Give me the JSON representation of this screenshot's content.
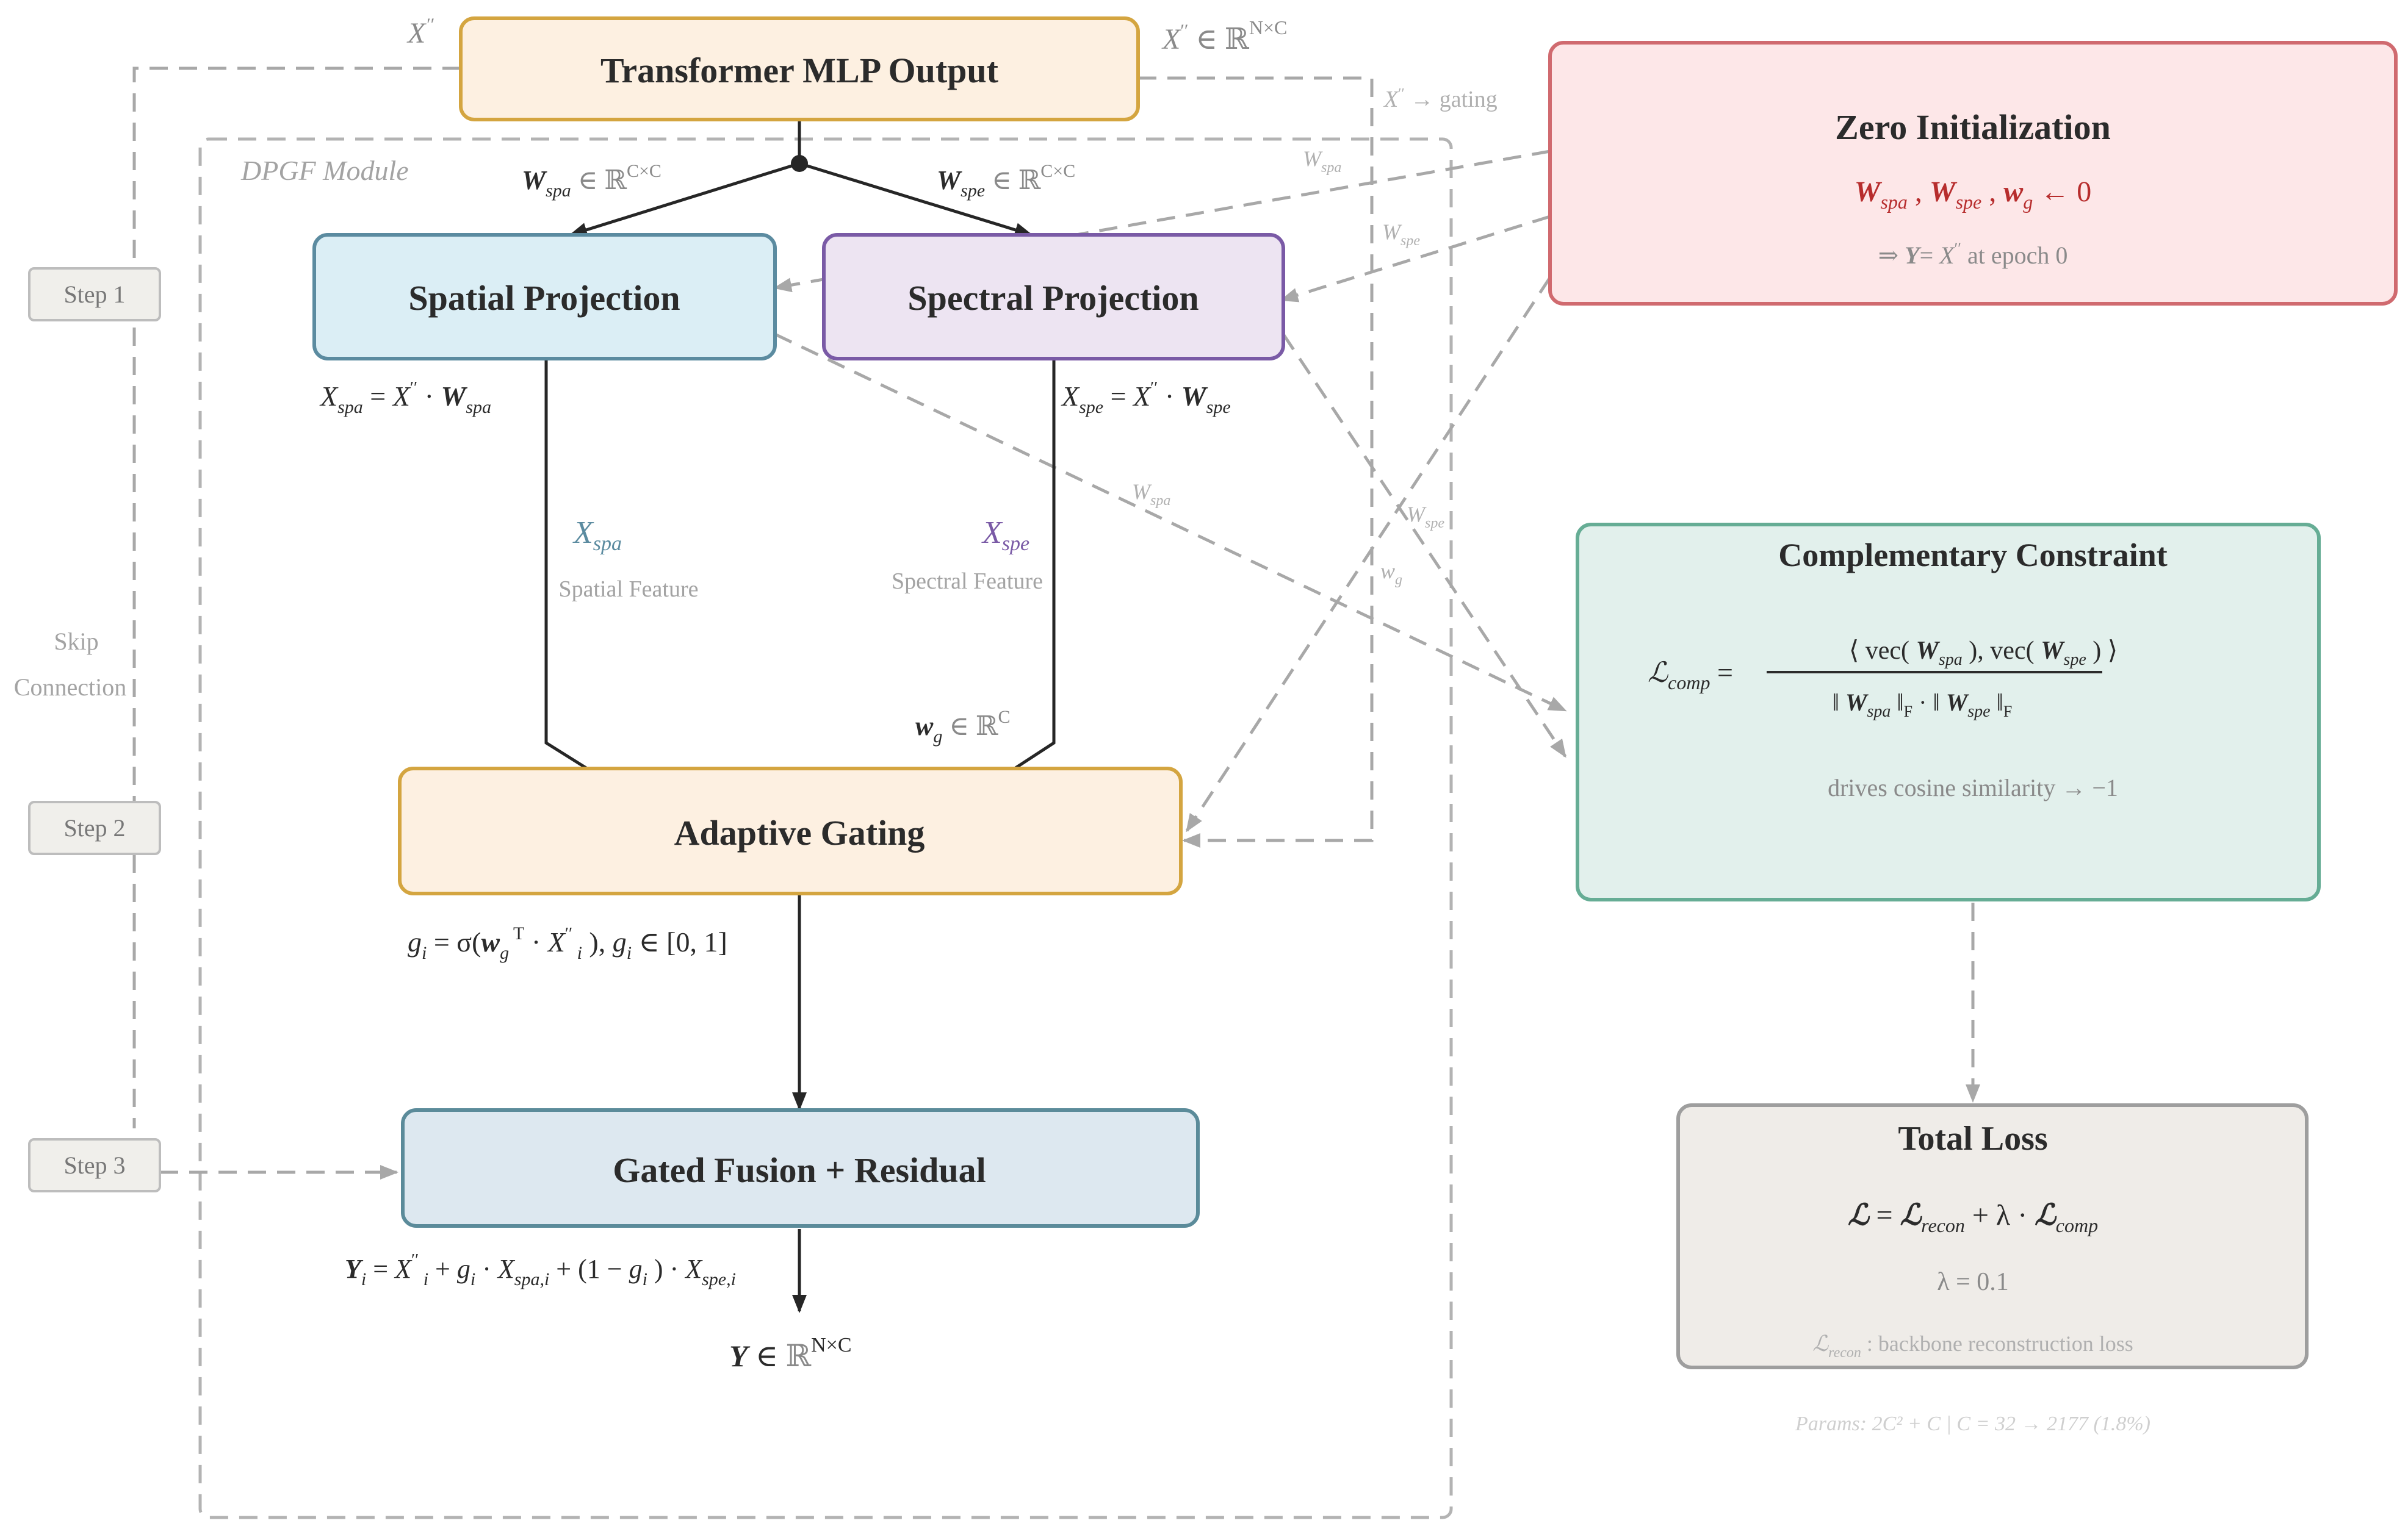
{
  "colors": {
    "transformer_fill": "#fdf0e1",
    "transformer_stroke": "#d4a540",
    "spatial_fill": "#dbeef5",
    "spatial_stroke": "#5b8ba0",
    "spectral_fill": "#ede4f2",
    "spectral_stroke": "#7a5aa6",
    "gating_fill": "#fdf0e1",
    "gating_stroke": "#d4a540",
    "fusion_fill": "#dde8f0",
    "fusion_stroke": "#5b8b9a",
    "zero_fill": "#fde7e8",
    "zero_stroke": "#d06a6f",
    "zero_accent": "#b72d2d",
    "comp_fill": "#e2f0ec",
    "comp_stroke": "#66ad95",
    "total_fill": "#efece8",
    "total_stroke": "#9e9e9e",
    "dashed": "#a8a8a8",
    "solid": "#262626",
    "xspa_label": "#5b8ba0",
    "xspe_label": "#7a5aa6"
  },
  "nodes": {
    "transformer": {
      "title": "Transformer MLP Output"
    },
    "spatial": {
      "title": "Spatial Projection"
    },
    "spectral": {
      "title": "Spectral Projection"
    },
    "gating": {
      "title": "Adaptive Gating"
    },
    "fusion": {
      "title": "Gated Fusion + Residual"
    },
    "zero_init": {
      "title": "Zero Initialization",
      "line2_tail": "← 0",
      "line3_pre": "⇒",
      "line3_post": "at epoch 0"
    },
    "complementary": {
      "title": "Complementary Constraint",
      "note": "drives cosine similarity → −1"
    },
    "total_loss": {
      "title": "Total Loss",
      "lambda": "λ = 0.1",
      "recon_note": ": backbone reconstruction loss"
    }
  },
  "module_label": "DPGF Module",
  "steps": [
    "Step 1",
    "Step 2",
    "Step 3"
  ],
  "skip_label": [
    "Skip",
    "Connection"
  ],
  "features": {
    "spatial": "Spatial Feature",
    "spectral": "Spectral Feature"
  },
  "gating_edge_label": "→ gating",
  "gate_range": "∈ [0, 1]",
  "params_note": "Params: 2C² + C | C = 32 → 2177 (1.8%)"
}
